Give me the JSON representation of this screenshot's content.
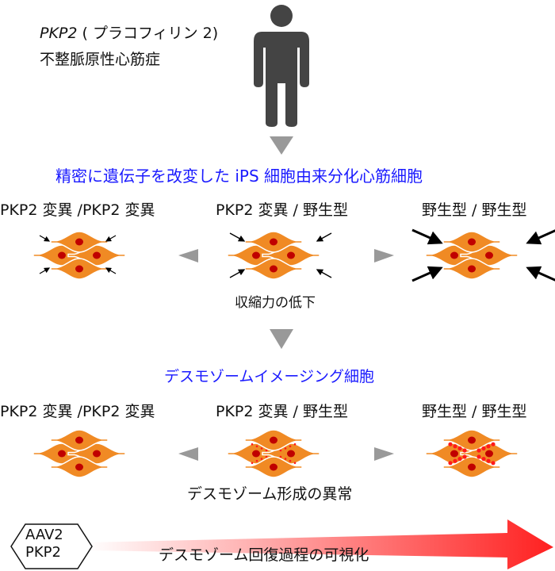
{
  "header": {
    "gene": "PKP2",
    "gene_note": "( プラコフィリン 2)",
    "disease": "不整脈原性心筋症"
  },
  "section1": {
    "title": "精密に遺伝子を改変した iPS 細胞由来分化心筋細胞",
    "labels": [
      "PKP2 変異 /PKP2 変異",
      "PKP2 変異 / 野生型",
      "野生型 / 野生型"
    ],
    "caption": "収縮力の低下"
  },
  "section2": {
    "title": "デスモゾームイメージング細胞",
    "labels": [
      "PKP2 変異 /PKP2 変異",
      "PKP2 変異 / 野生型",
      "野生型 / 野生型"
    ],
    "caption": "デスモゾーム形成の異常"
  },
  "footer": {
    "hexagon_line1": "AAV2",
    "hexagon_line2": "PKP2",
    "arrow_label": "デスモゾーム回復過程の可視化"
  },
  "colors": {
    "cell": "#f08a24",
    "nucleus": "#c00000",
    "desmosome": "#ff1a1a",
    "title_blue": "#1a1aff",
    "person": "#444444",
    "triangle": "#999999"
  }
}
